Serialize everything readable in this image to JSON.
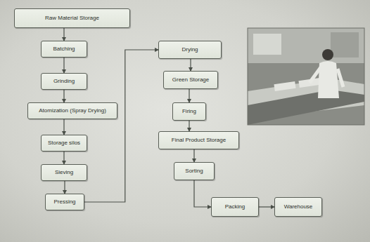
{
  "diagram": {
    "nodes": [
      {
        "text": [
          "Raw Material Storage"
        ]
      },
      {
        "text": [
          "Batching"
        ]
      },
      {
        "text": [
          "Grinding"
        ]
      },
      {
        "text": [
          "Atomization (Spray Drying)"
        ]
      },
      {
        "text": [
          "Storage silos"
        ]
      },
      {
        "text": [
          "Sieving"
        ]
      },
      {
        "text": [
          "Pressing"
        ]
      },
      {
        "text": [
          "Drying"
        ]
      },
      {
        "text": [
          "Green Storage"
        ]
      },
      {
        "text": [
          "Firing"
        ]
      },
      {
        "text": [
          "Final Product Storage"
        ]
      },
      {
        "text": [
          "Sorting"
        ]
      },
      {
        "text": [
          "Packing"
        ]
      },
      {
        "text": [
          "Warehouse"
        ]
      }
    ],
    "edges": [
      {
        "from": 0,
        "to": 1,
        "arrow": "to"
      },
      {
        "from": 1,
        "to": 2,
        "arrow": "to"
      },
      {
        "from": 2,
        "to": 3,
        "arrow": "to"
      },
      {
        "from": 3,
        "to": 4,
        "arrow": "to"
      },
      {
        "from": 4,
        "to": 5,
        "arrow": "to"
      },
      {
        "from": 5,
        "to": 6,
        "arrow": "to"
      },
      {
        "from": 6,
        "to": 7,
        "arrow": "to"
      },
      {
        "from": 7,
        "to": 8,
        "arrow": "to"
      },
      {
        "from": 8,
        "to": 9,
        "arrow": "to"
      },
      {
        "from": 9,
        "to": 10,
        "arrow": "to"
      },
      {
        "from": 10,
        "to": 11,
        "arrow": "to"
      },
      {
        "from": 11,
        "to": 12,
        "arrow": "to"
      },
      {
        "from": 12,
        "to": 13,
        "arrow": "to"
      }
    ]
  }
}
